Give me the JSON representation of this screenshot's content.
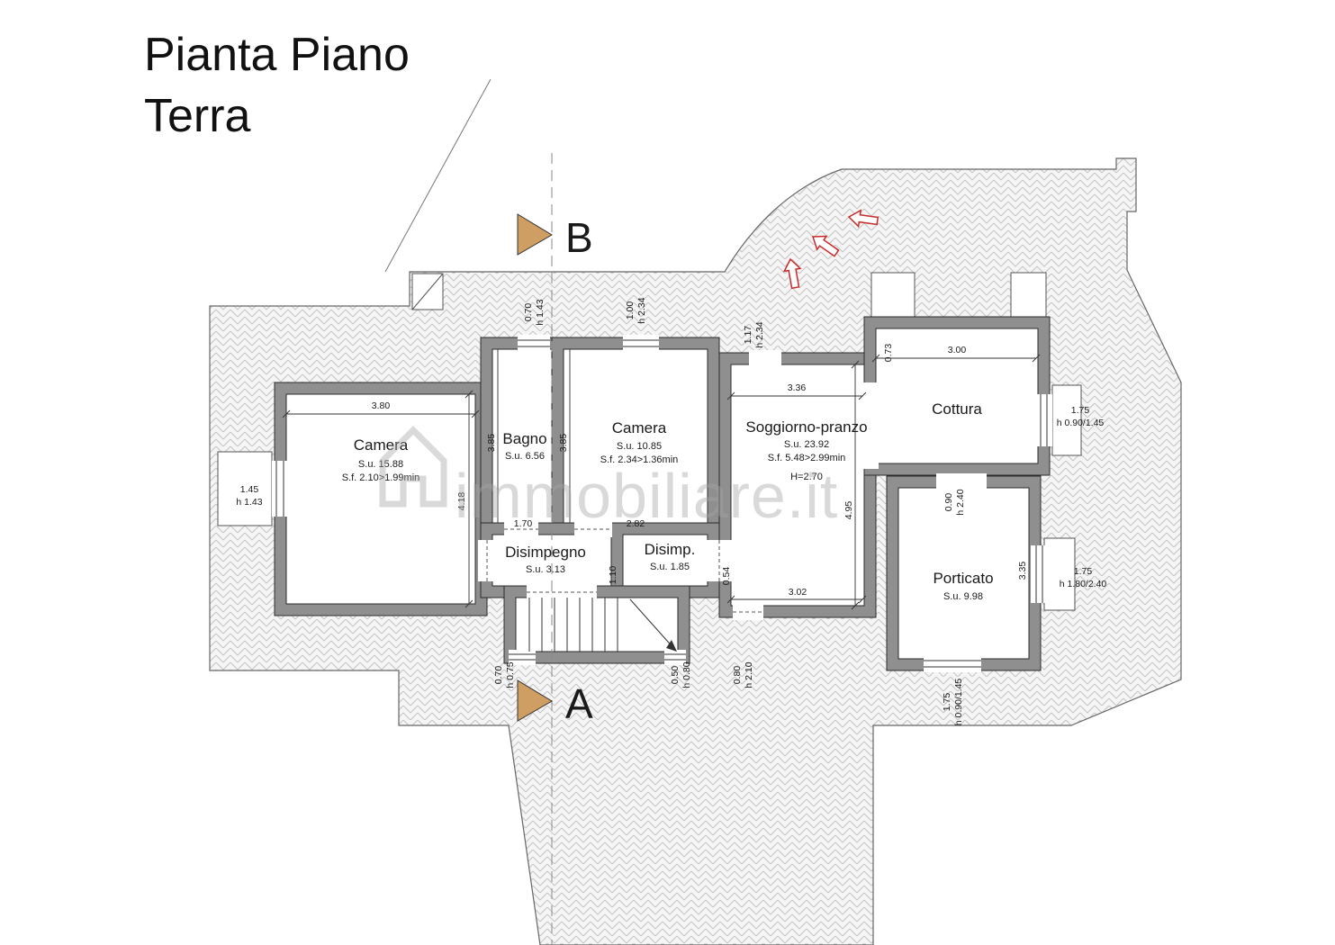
{
  "title": {
    "line1": "Pianta Piano",
    "line2": "Terra"
  },
  "section_markers": {
    "top": "B",
    "bottom": "A"
  },
  "watermark": {
    "text": "immobiliare.it"
  },
  "rooms": {
    "camera1": {
      "name": "Camera",
      "su": "S.u. 15.88",
      "sf": "S.f. 2.10>1.99min"
    },
    "bagno": {
      "name": "Bagno",
      "su": "S.u. 6.56"
    },
    "camera2": {
      "name": "Camera",
      "su": "S.u. 10.85",
      "sf": "S.f. 2.34>1.36min"
    },
    "soggiorno": {
      "name": "Soggiorno-pranzo",
      "su": "S.u. 23.92",
      "sf": "S.f. 5.48>2.99min",
      "height": "H=2.70"
    },
    "cottura": {
      "name": "Cottura"
    },
    "disimpegno": {
      "name": "Disimpegno",
      "su": "S.u. 3.13"
    },
    "disimp": {
      "name": "Disimp.",
      "su": "S.u. 1.85"
    },
    "porticato": {
      "name": "Porticato",
      "su": "S.u. 9.98"
    }
  },
  "dims": {
    "camera1_width": {
      "val": "3.80"
    },
    "bagno_window": {
      "val": "0.70",
      "h": "h 1.43"
    },
    "camera2_door": {
      "val": "1.00",
      "h": "h 2.34"
    },
    "soggiorno_door_top": {
      "val": "1.17",
      "h": "h 2.34"
    },
    "soggiorno_width_top": {
      "val": "3.36"
    },
    "cottura_left": {
      "val": "0.73"
    },
    "cottura_width": {
      "val": "3.00"
    },
    "cottura_window": {
      "val": "1.75",
      "h": "h 0.90/1.45"
    },
    "camera1_window": {
      "val": "1.45",
      "h": "h 1.43"
    },
    "camera1_height": {
      "val": "4.18"
    },
    "bagno_height": {
      "val": "3.85"
    },
    "camera2_height": {
      "val": "3.85"
    },
    "disimpegno_width": {
      "val": "1.70"
    },
    "disimp_width": {
      "val": "2.82"
    },
    "disimp_door": {
      "val": "1.10"
    },
    "soggiorno_left": {
      "val": "0.54"
    },
    "soggiorno_height": {
      "val": "4.95"
    },
    "porticato_opening": {
      "val": "0.90",
      "h": "h 2.40"
    },
    "porticato_height": {
      "val": "3.35"
    },
    "porticato_window": {
      "val": "1.75",
      "h": "h 1.80/2.40"
    },
    "soggiorno_width_bottom": {
      "val": "3.02"
    },
    "bottom_win1": {
      "val": "0.70",
      "h": "h 0.75"
    },
    "bottom_win2": {
      "val": "0.50",
      "h": "h 0.80"
    },
    "bottom_door": {
      "val": "0.80",
      "h": "h 2.10"
    },
    "porticato_bottom_window": {
      "val": "1.75",
      "h": "h 0.90/1.45"
    }
  },
  "colors": {
    "wall": "#8f8f8f",
    "marker": "#cf9e63",
    "arrow": "#c92a2a",
    "height_text": "#3a9a3a",
    "hatch_line": "#c6c6c6"
  }
}
